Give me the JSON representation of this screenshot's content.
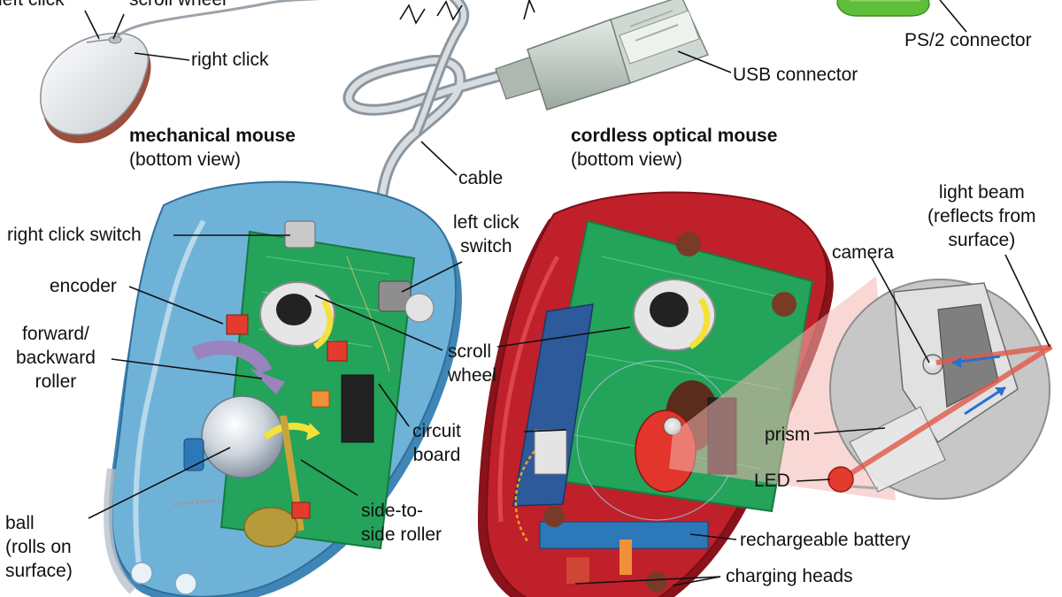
{
  "colors": {
    "mechanical_shell": "#6fb2d8",
    "mechanical_shell_dark": "#3f86b6",
    "optical_shell": "#c0202a",
    "optical_shell_dark": "#8a121a",
    "circuit_board": "#24a35a",
    "circuit_board_dark": "#157a3f",
    "usb_plug": "#b8c4bc",
    "ps2_connector": "#5fbf3a",
    "light_beam": "#e05a4a",
    "beam_arrow": "#2a6fcf",
    "label_text": "#111111",
    "leader_line": "#111111"
  },
  "labels": {
    "left_click": "left click",
    "scroll_wheel_top": "scroll wheel",
    "right_click": "right click",
    "ps2_connector": "PS/2 connector",
    "usb_connector": "USB connector",
    "mechanical_title": "mechanical mouse",
    "mechanical_sub": "(bottom view)",
    "optical_title": "cordless optical mouse",
    "optical_sub": "(bottom view)",
    "cable": "cable",
    "right_click_switch": "right click switch",
    "left_click_switch": "left click\nswitch",
    "encoder": "encoder",
    "forward_roller": "forward/\nbackward\nroller",
    "scroll_wheel": "scroll\nwheel",
    "circuit_board": "circuit\nboard",
    "side_roller": "side-to-\nside roller",
    "ball": "ball\n(rolls on\nsurface)",
    "camera": "camera",
    "light_beam": "light beam\n(reflects from\nsurface)",
    "prism": "prism",
    "led": "LED",
    "battery": "rechargeable battery",
    "charging_heads": "charging heads"
  }
}
